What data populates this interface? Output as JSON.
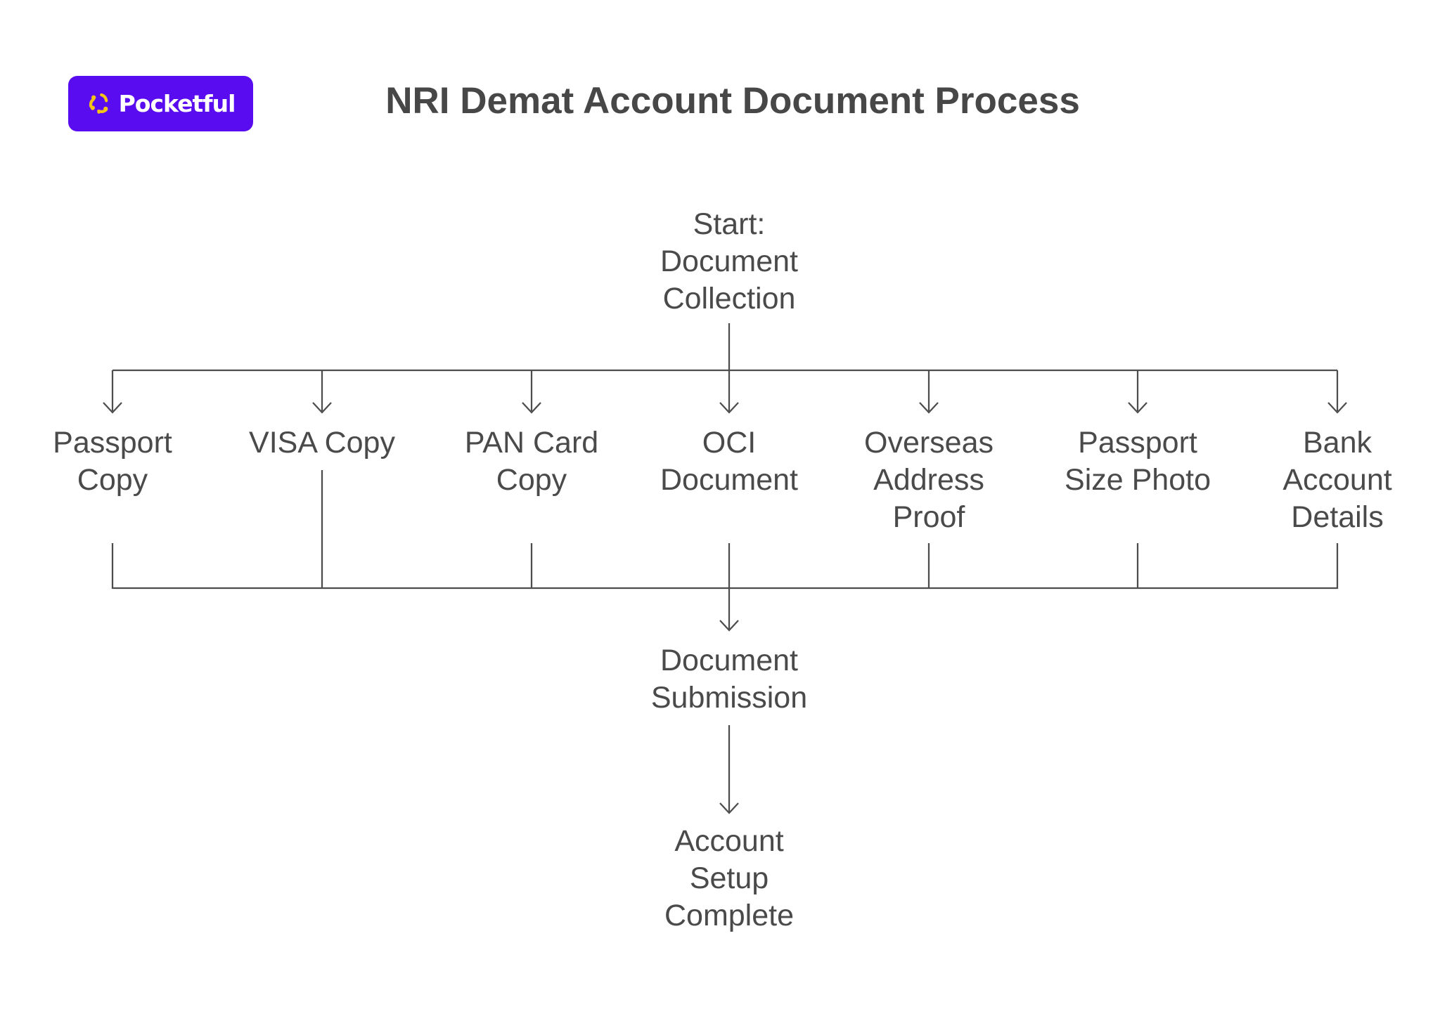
{
  "logo": {
    "brand": "Pocketful",
    "bg_color": "#5a0cf0",
    "icon_color": "#f3c317",
    "icon": "pocketful-flower-icon"
  },
  "title": "NRI Demat Account Document Process",
  "colors": {
    "line": "#4d4d4d",
    "text": "#4a4a4a",
    "title": "#474747"
  },
  "diagram": {
    "type": "flowchart",
    "start": {
      "lines": [
        "Start:",
        "Document",
        "Collection"
      ]
    },
    "documents": [
      {
        "id": "passport-copy",
        "lines": [
          "Passport",
          "Copy"
        ]
      },
      {
        "id": "visa-copy",
        "lines": [
          "VISA Copy"
        ]
      },
      {
        "id": "pan-card-copy",
        "lines": [
          "PAN Card",
          "Copy"
        ]
      },
      {
        "id": "oci-document",
        "lines": [
          "OCI",
          "Document"
        ]
      },
      {
        "id": "overseas-address-proof",
        "lines": [
          "Overseas",
          "Address",
          "Proof"
        ]
      },
      {
        "id": "passport-size-photo",
        "lines": [
          "Passport",
          "Size Photo"
        ]
      },
      {
        "id": "bank-account-details",
        "lines": [
          "Bank",
          "Account",
          "Details"
        ]
      }
    ],
    "submission": {
      "lines": [
        "Document",
        "Submission"
      ]
    },
    "complete": {
      "lines": [
        "Account",
        "Setup",
        "Complete"
      ]
    }
  }
}
